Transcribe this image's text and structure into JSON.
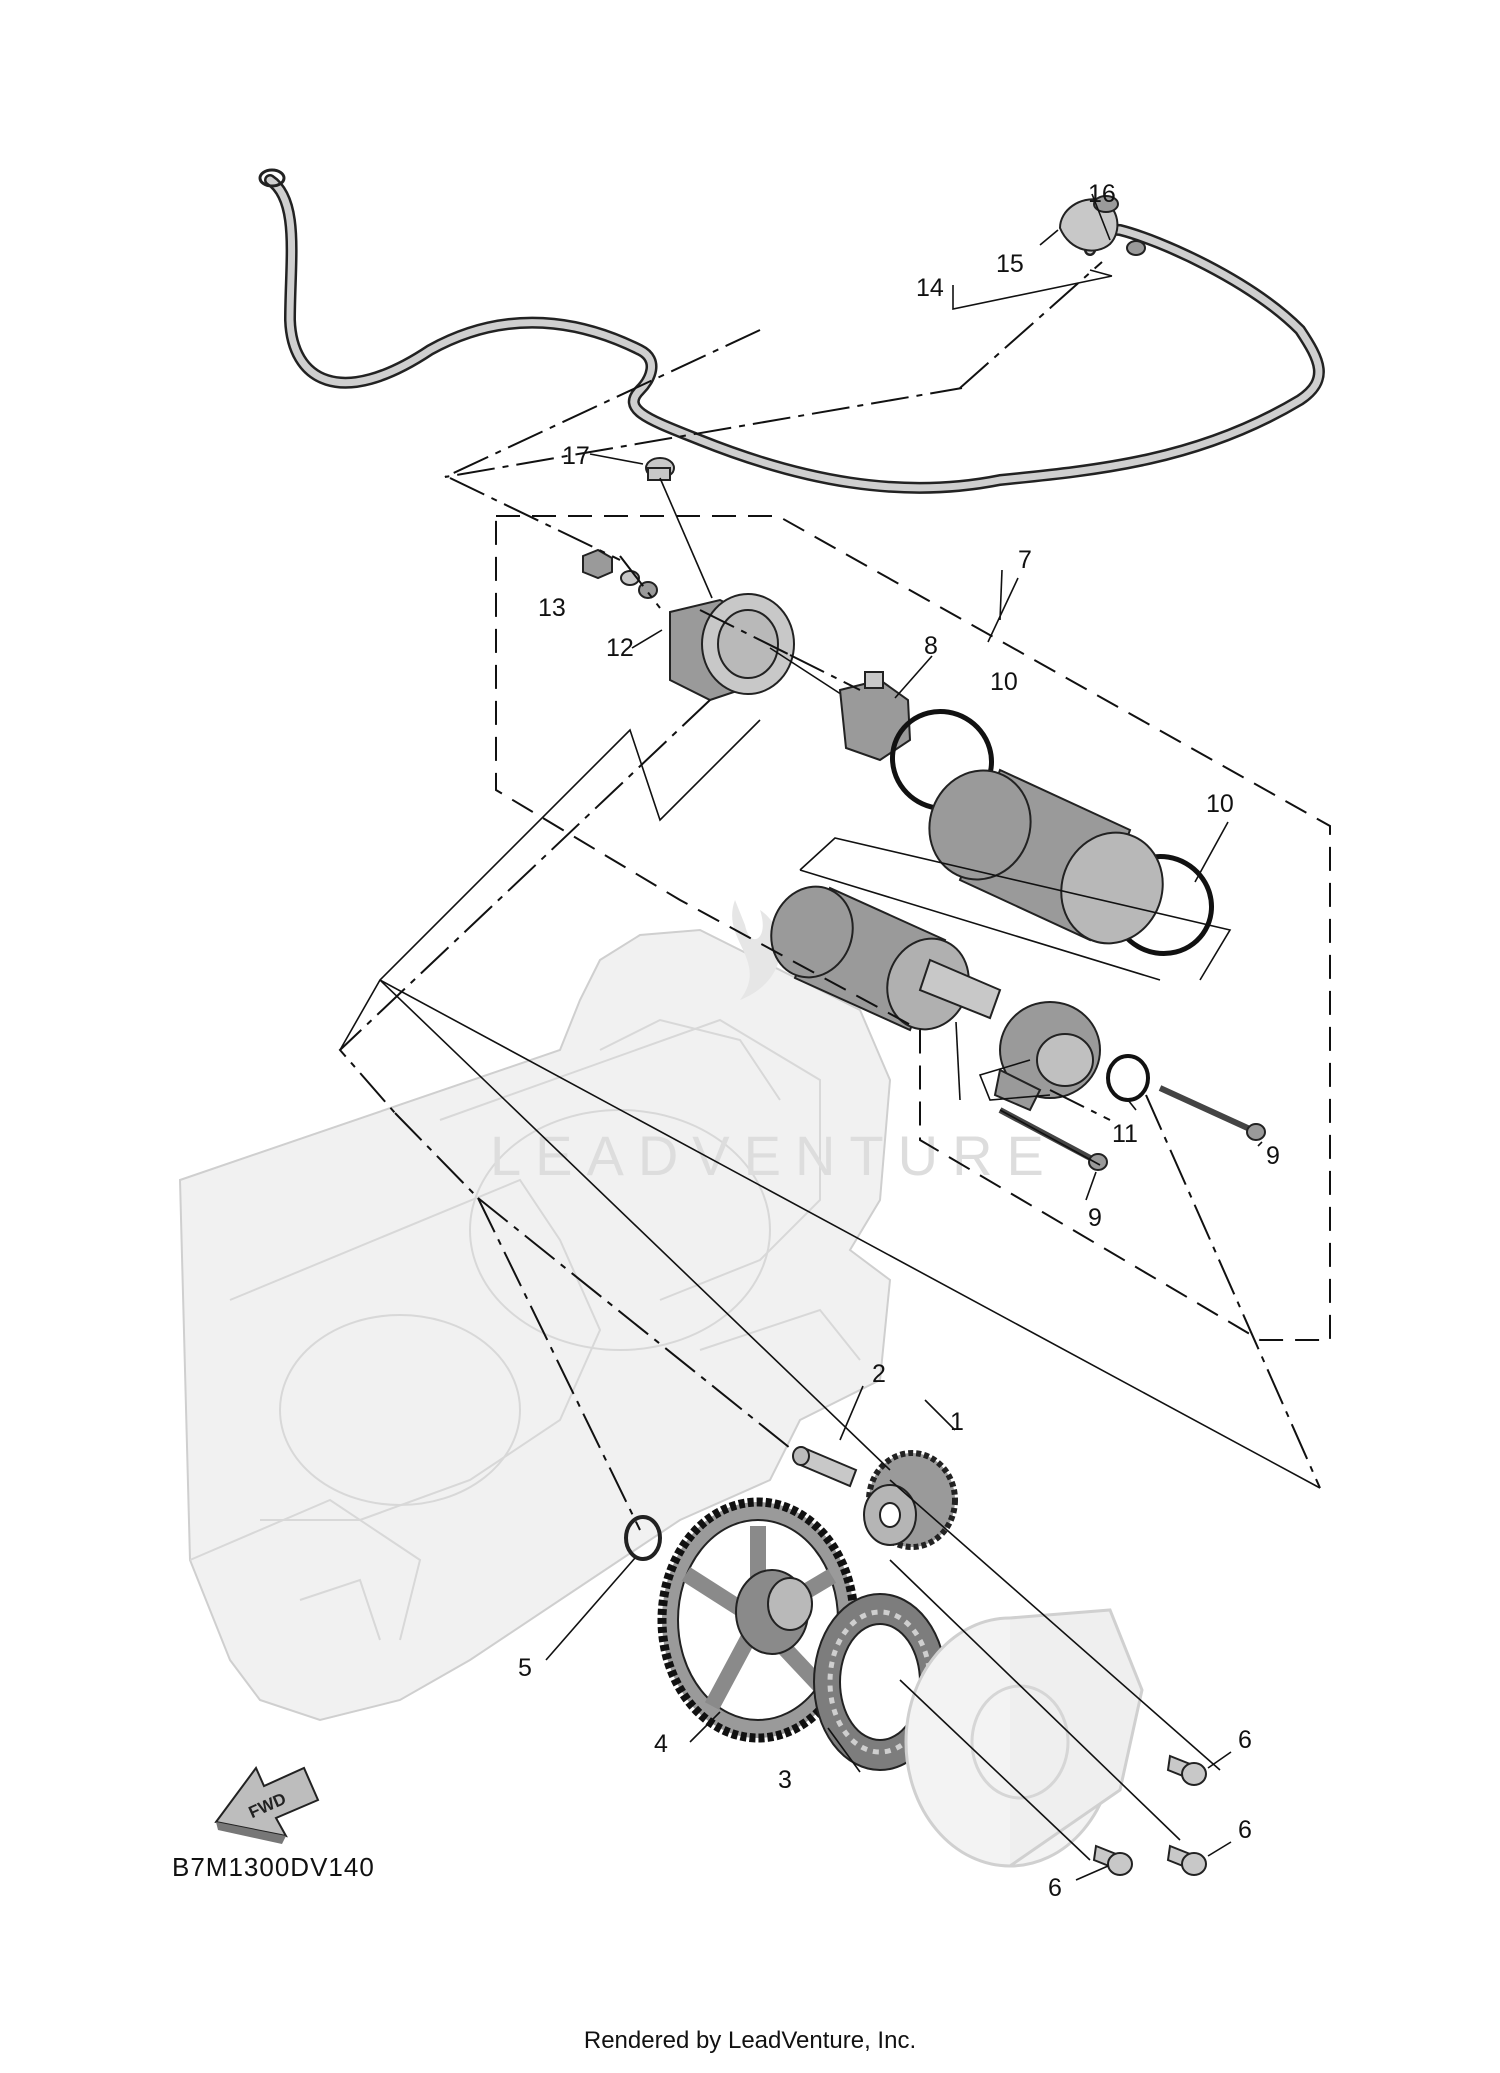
{
  "diagram": {
    "code": "B7M1300DV140",
    "credit": "Rendered by LeadVenture, Inc.",
    "watermark": "LEADVENTURE",
    "fwd_label": "FWD",
    "callouts": {
      "c1": "1",
      "c2": "2",
      "c3": "3",
      "c4": "4",
      "c5": "5",
      "c6a": "6",
      "c6b": "6",
      "c6c": "6",
      "c7": "7",
      "c8": "8",
      "c9a": "9",
      "c9b": "9",
      "c10a": "10",
      "c10b": "10",
      "c11": "11",
      "c12": "12",
      "c13": "13",
      "c14": "14",
      "c15": "15",
      "c16": "16",
      "c17": "17"
    }
  }
}
